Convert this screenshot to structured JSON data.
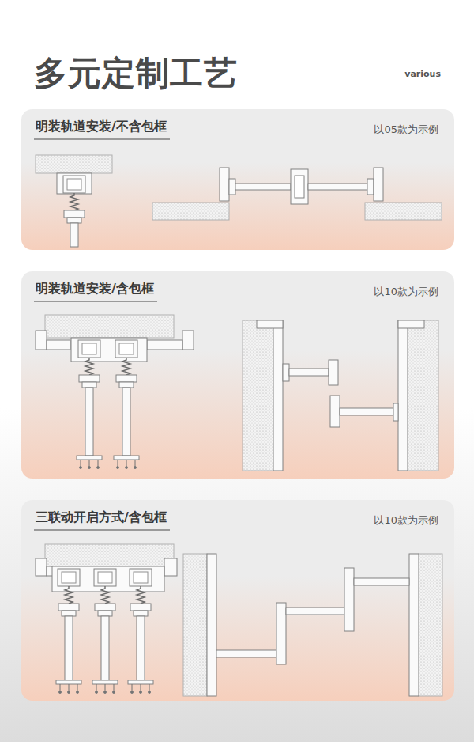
{
  "diagram": {
    "title": "多元定制工艺",
    "nodes": [
      {
        "text": [
          "明装轨道安装/不含包框",
          "以05款为示例"
        ]
      },
      {
        "text": [
          "明装轨道安装/含包框",
          "以10款为示例"
        ]
      },
      {
        "text": [
          "三联动开启方式/含包框",
          "以10款为示例"
        ]
      }
    ],
    "labels": [
      "various"
    ]
  }
}
